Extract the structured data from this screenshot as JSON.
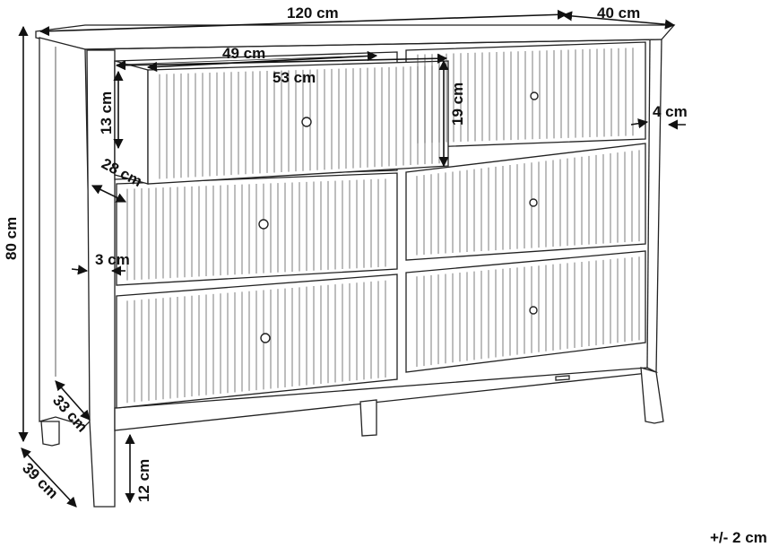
{
  "dimensions": {
    "width_total": "120 cm",
    "depth_total": "40 cm",
    "height_total": "80 cm",
    "drawer_front_width": "53 cm",
    "drawer_inner_width": "49 cm",
    "drawer_inner_height": "13 cm",
    "drawer_front_height": "19 cm",
    "drawer_depth": "28 cm",
    "top_overhang": "4 cm",
    "side_inset": "3 cm",
    "base_depth": "33 cm",
    "side_depth": "39 cm",
    "leg_height": "12 cm"
  },
  "tolerance": "+/- 2 cm"
}
